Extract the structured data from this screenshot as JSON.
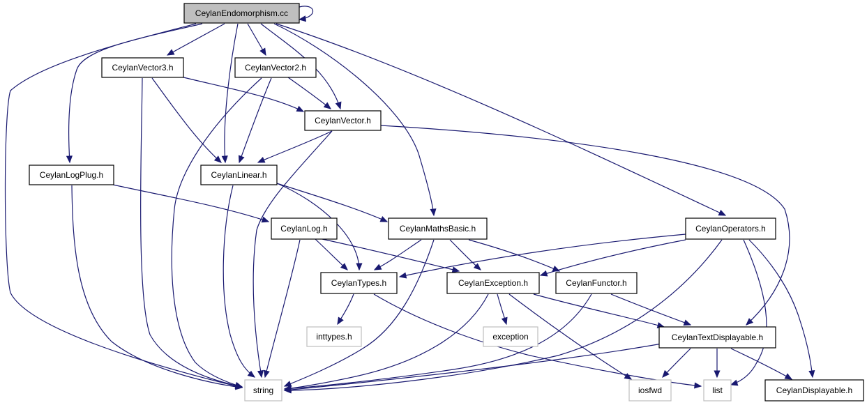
{
  "graph": {
    "nodes": [
      {
        "id": "root",
        "label": "CeylanEndomorphism.cc",
        "style": "root"
      },
      {
        "id": "vec3",
        "label": "CeylanVector3.h",
        "style": "normal"
      },
      {
        "id": "vec2",
        "label": "CeylanVector2.h",
        "style": "normal"
      },
      {
        "id": "vec",
        "label": "CeylanVector.h",
        "style": "normal"
      },
      {
        "id": "logplug",
        "label": "CeylanLogPlug.h",
        "style": "normal"
      },
      {
        "id": "linear",
        "label": "CeylanLinear.h",
        "style": "normal"
      },
      {
        "id": "log",
        "label": "CeylanLog.h",
        "style": "normal"
      },
      {
        "id": "maths",
        "label": "CeylanMathsBasic.h",
        "style": "normal"
      },
      {
        "id": "operators",
        "label": "CeylanOperators.h",
        "style": "normal"
      },
      {
        "id": "types",
        "label": "CeylanTypes.h",
        "style": "normal"
      },
      {
        "id": "exception",
        "label": "CeylanException.h",
        "style": "normal"
      },
      {
        "id": "functor",
        "label": "CeylanFunctor.h",
        "style": "normal"
      },
      {
        "id": "inttypes",
        "label": "inttypes.h",
        "style": "external"
      },
      {
        "id": "exc_std",
        "label": "exception",
        "style": "external"
      },
      {
        "id": "textdisp",
        "label": "CeylanTextDisplayable.h",
        "style": "normal"
      },
      {
        "id": "string",
        "label": "string",
        "style": "external"
      },
      {
        "id": "iosfwd",
        "label": "iosfwd",
        "style": "external"
      },
      {
        "id": "list",
        "label": "list",
        "style": "external"
      },
      {
        "id": "displayable",
        "label": "CeylanDisplayable.h",
        "style": "normal"
      }
    ],
    "edges": [
      [
        "root",
        "root"
      ],
      [
        "root",
        "vec3"
      ],
      [
        "root",
        "vec2"
      ],
      [
        "root",
        "vec"
      ],
      [
        "root",
        "logplug"
      ],
      [
        "root",
        "linear"
      ],
      [
        "root",
        "maths"
      ],
      [
        "root",
        "operators"
      ],
      [
        "root",
        "string"
      ],
      [
        "vec3",
        "vec"
      ],
      [
        "vec3",
        "linear"
      ],
      [
        "vec3",
        "string"
      ],
      [
        "vec2",
        "vec"
      ],
      [
        "vec2",
        "linear"
      ],
      [
        "vec2",
        "string"
      ],
      [
        "vec",
        "linear"
      ],
      [
        "vec",
        "string"
      ],
      [
        "vec",
        "textdisp"
      ],
      [
        "logplug",
        "log"
      ],
      [
        "logplug",
        "string"
      ],
      [
        "linear",
        "maths"
      ],
      [
        "linear",
        "types"
      ],
      [
        "linear",
        "string"
      ],
      [
        "log",
        "types"
      ],
      [
        "log",
        "exception"
      ],
      [
        "log",
        "string"
      ],
      [
        "maths",
        "types"
      ],
      [
        "maths",
        "exception"
      ],
      [
        "maths",
        "functor"
      ],
      [
        "maths",
        "string"
      ],
      [
        "operators",
        "types"
      ],
      [
        "operators",
        "exception"
      ],
      [
        "operators",
        "string"
      ],
      [
        "operators",
        "list"
      ],
      [
        "operators",
        "displayable"
      ],
      [
        "types",
        "inttypes"
      ],
      [
        "types",
        "list"
      ],
      [
        "exception",
        "exc_std"
      ],
      [
        "exception",
        "textdisp"
      ],
      [
        "exception",
        "string"
      ],
      [
        "exception",
        "iosfwd"
      ],
      [
        "functor",
        "textdisp"
      ],
      [
        "functor",
        "string"
      ],
      [
        "textdisp",
        "string"
      ],
      [
        "textdisp",
        "iosfwd"
      ],
      [
        "textdisp",
        "list"
      ],
      [
        "textdisp",
        "displayable"
      ]
    ],
    "colors": {
      "edge": "#191970",
      "root_fill": "#bfbfbf",
      "node_border": "#000000",
      "external_border": "#bfbfbf",
      "text": "#000000",
      "external_text": "#000000"
    }
  }
}
